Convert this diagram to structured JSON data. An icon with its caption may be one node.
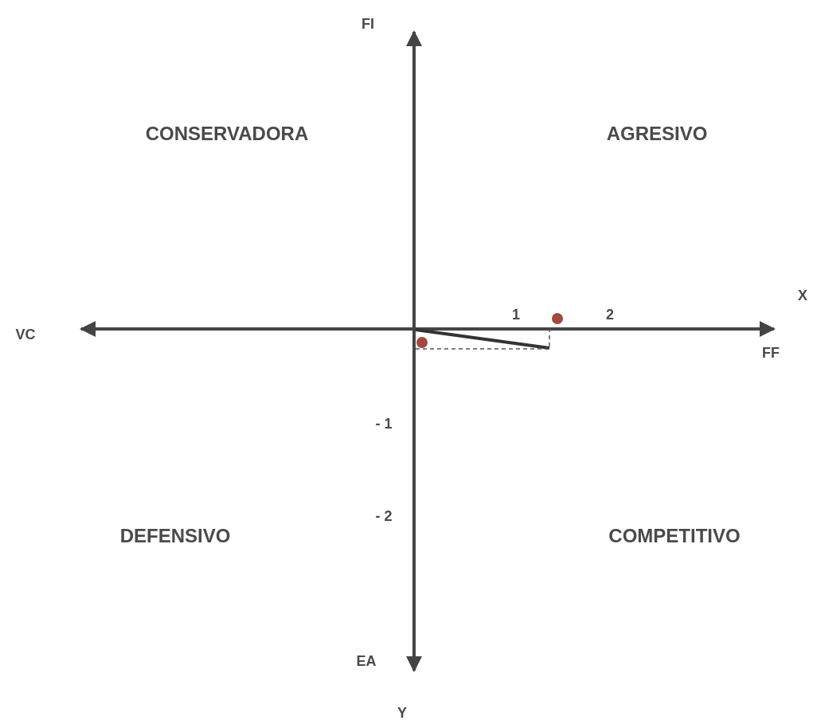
{
  "diagram": {
    "labels": [
      "FI",
      "CONSERVADORA",
      "AGRESIVO",
      "X",
      "VC",
      "1",
      "2",
      "FF",
      "- 1",
      "- 2",
      "DEFENSIVO",
      "COMPETITIVO",
      "EA",
      "Y"
    ]
  }
}
